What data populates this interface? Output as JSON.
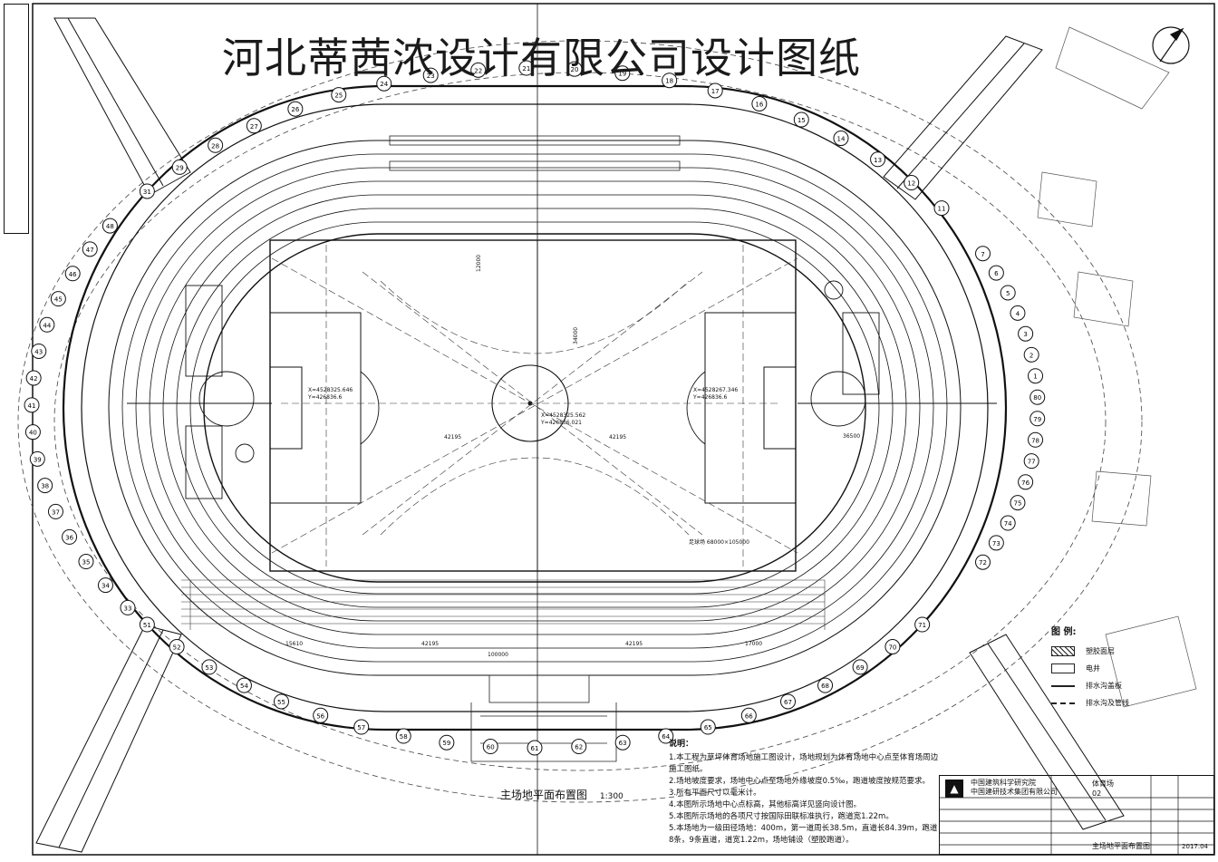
{
  "watermark": "河北蒂茜浓设计有限公司设计图纸",
  "sheet_title": "主场地平面布置图",
  "sheet_scale": "1:300",
  "track": {
    "dim_42195": "42195",
    "dim_100000": "100000",
    "dim_17000": "17000",
    "dim_36500": "36500",
    "dim_15610": "15610",
    "dim_34000": "34000",
    "dim_12000": "12000",
    "center_coord_1": "X=4528325.562",
    "center_coord_2": "Y=426836.021",
    "left_coord_1": "X=4528325.646",
    "left_coord_2": "Y=426836.6",
    "right_coord_1": "X=4528267.346",
    "right_coord_2": "Y=426836.6",
    "field_size": "足球场 68000×105000"
  },
  "axis_labels_top": [
    "31",
    "29",
    "28",
    "27",
    "26",
    "25",
    "24",
    "23",
    "22",
    "21",
    "20",
    "19",
    "18",
    "17",
    "16",
    "15",
    "14",
    "13",
    "12",
    "11"
  ],
  "axis_labels_left": [
    "33",
    "34",
    "35",
    "36",
    "37",
    "38",
    "39",
    "40",
    "41",
    "42",
    "43",
    "44",
    "45",
    "46",
    "47",
    "48"
  ],
  "axis_labels_right": [
    "7",
    "6",
    "5",
    "4",
    "3",
    "2",
    "1",
    "80",
    "79",
    "78",
    "77",
    "76",
    "75",
    "74",
    "73",
    "72"
  ],
  "axis_labels_bottom": [
    "51",
    "52",
    "53",
    "54",
    "55",
    "56",
    "57",
    "58",
    "59",
    "60",
    "61",
    "62",
    "63",
    "64",
    "65",
    "66",
    "67",
    "68",
    "69",
    "70",
    "71"
  ],
  "notes": {
    "title": "说明：",
    "lines": [
      "1.本工程为草坪体育场地施工图设计，场地规划为体育场地中心点至体育场周边施工图纸。",
      "2.场地坡度要求，场地中心点至场地外缘坡度0.5‰，跑道坡度按规范要求。",
      "3.所有平面尺寸以毫米计。",
      "4.本图所示场地中心点标高，其他标高详见竖向设计图。",
      "5.本图所示场地的各项尺寸按国际田联标准执行，跑道宽1.22m。",
      "5.本场地为一级田径场地：400m，第一道周长38.5m，直道长84.39m，跑道8条，9条直道，道宽1.22m，场地铺设（塑胶跑道）。"
    ]
  },
  "legend": {
    "title": "图 例:",
    "items": [
      "塑胶面层",
      "电井",
      "排水沟盖板",
      "排水沟及管线"
    ]
  },
  "titleblock": {
    "org_line1": "中国建筑科学研究院",
    "org_line2": "中国建研技术集团有限公司",
    "project": "体育场",
    "drawing": "主场地平面布置图",
    "sheet_no": "02",
    "date": "2017.04"
  }
}
